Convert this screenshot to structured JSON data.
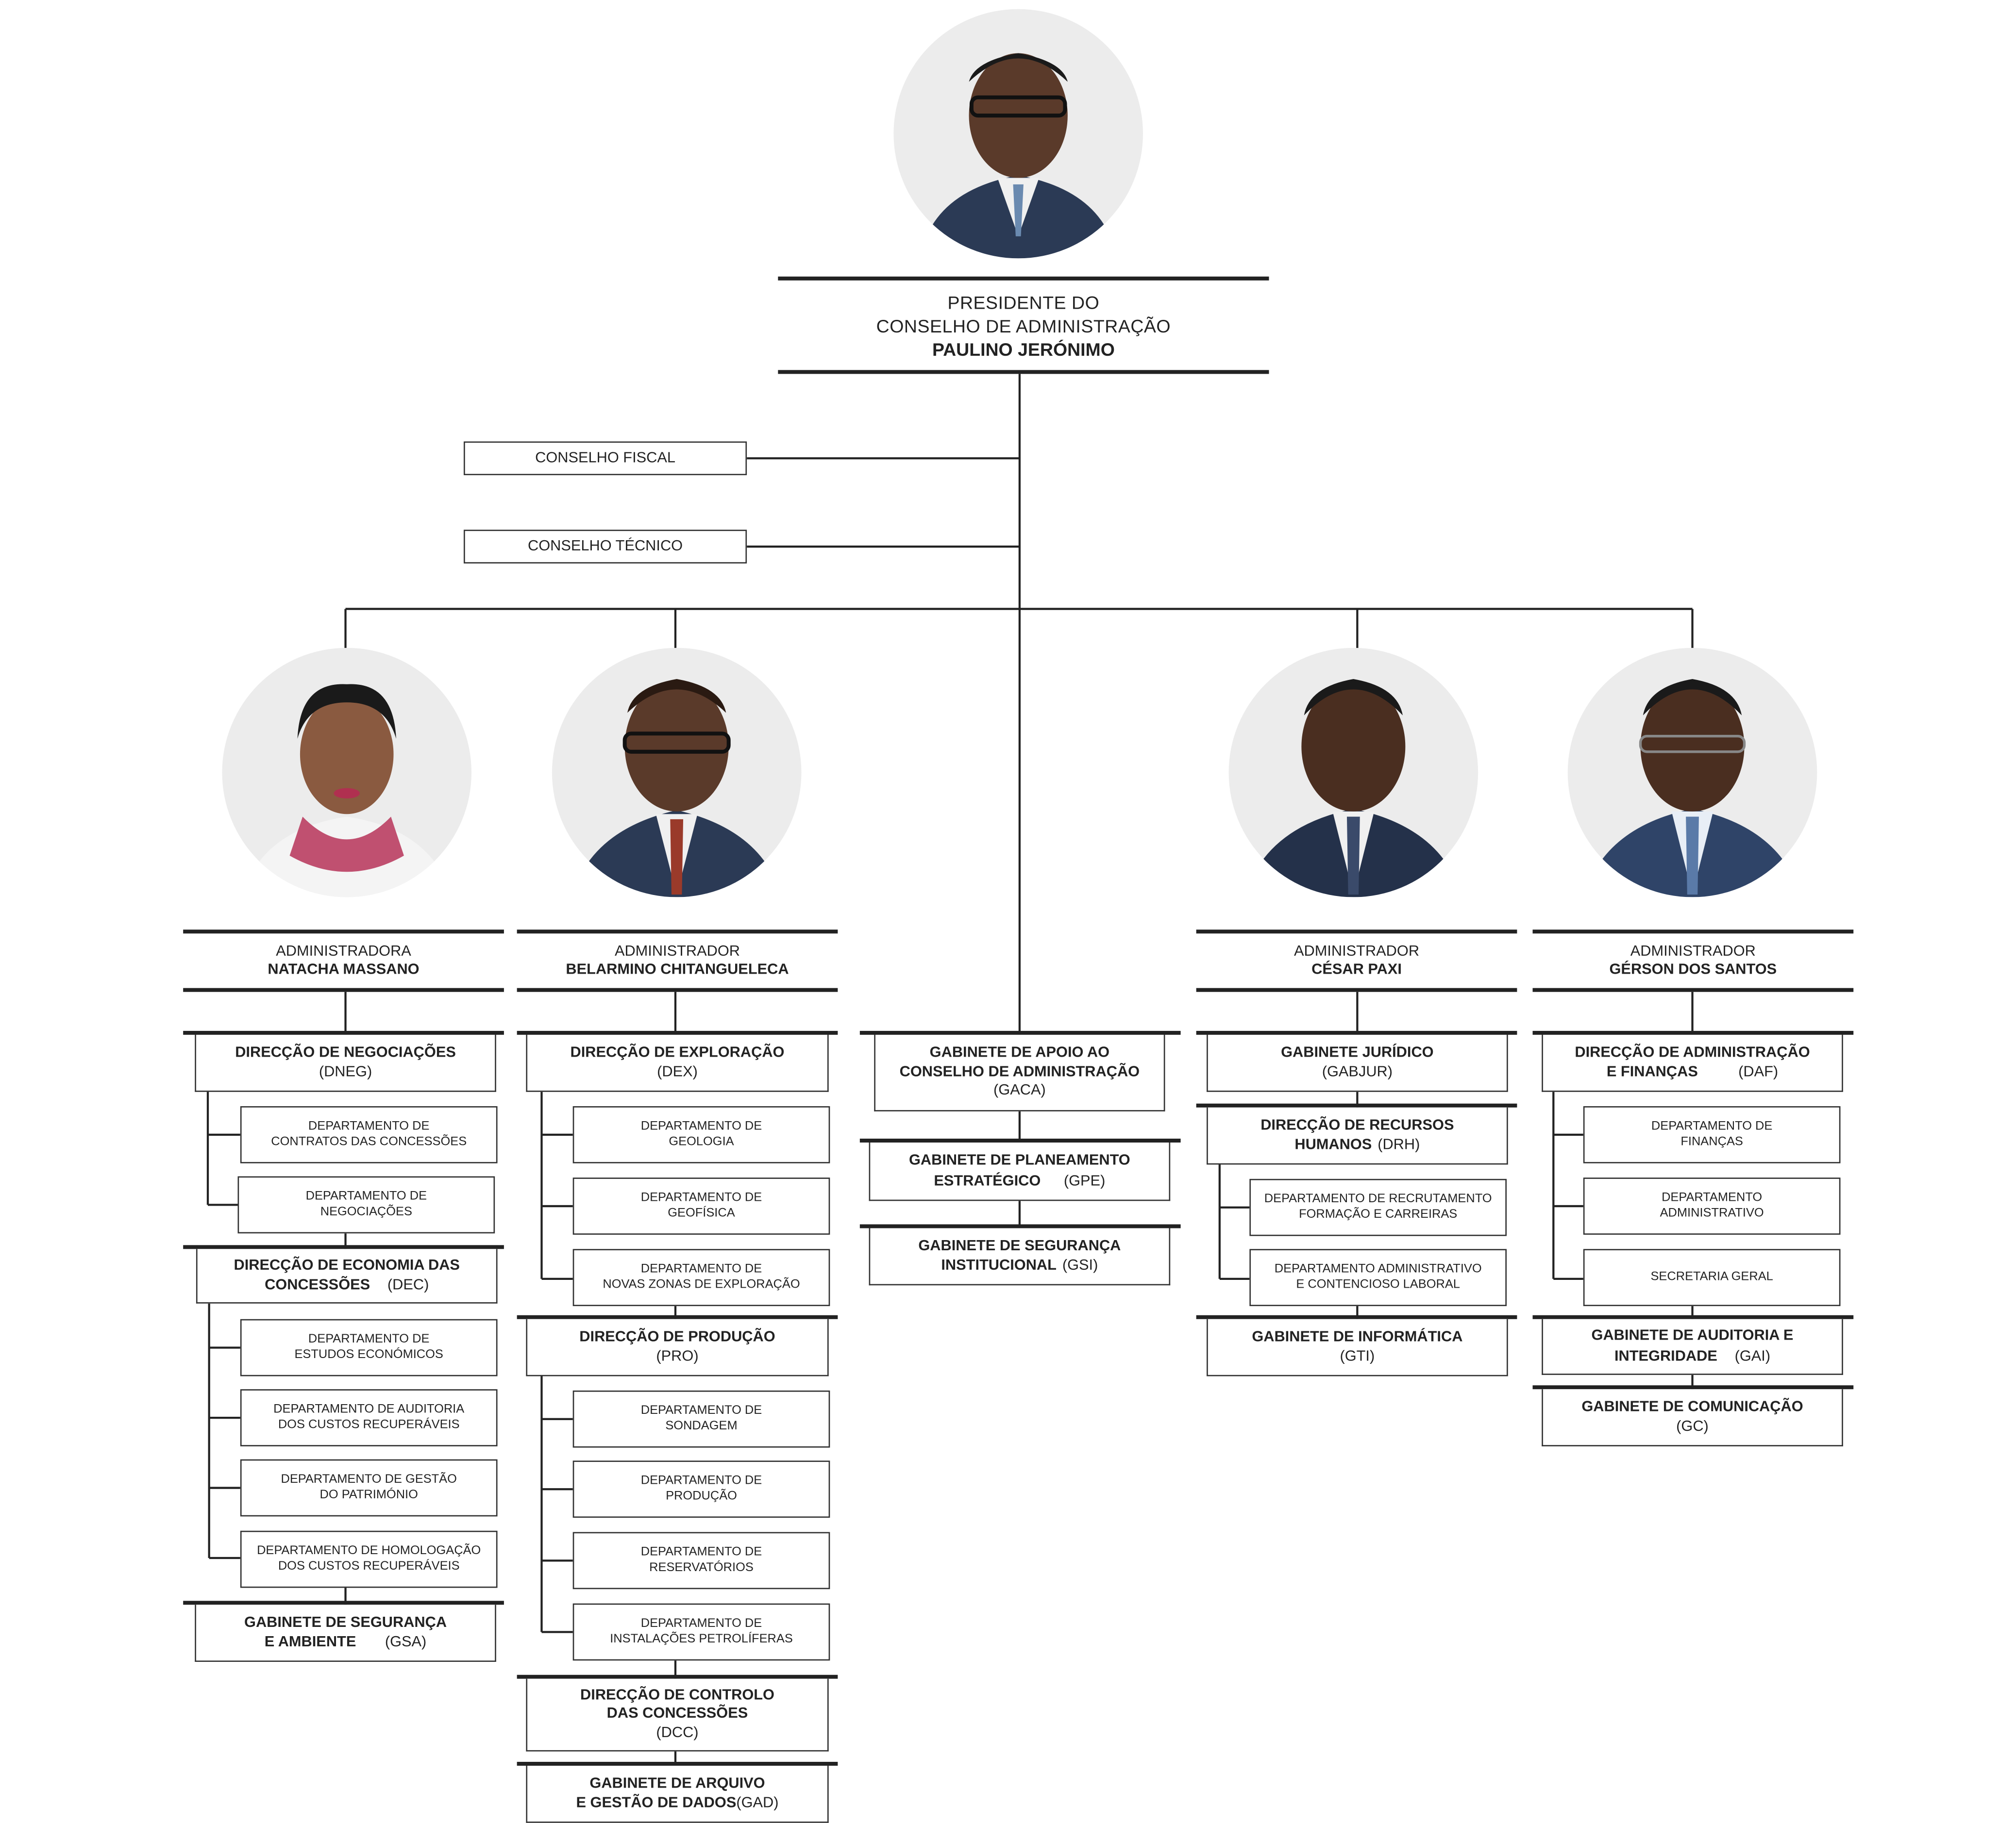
{
  "president": {
    "role_line1": "PRESIDENTE DO",
    "role_line2": "CONSELHO DE ADMINISTRAÇÃO",
    "name": "PAULINO JERÓNIMO"
  },
  "councils": {
    "fiscal": "CONSELHO FISCAL",
    "tecnico": "CONSELHO TÉCNICO"
  },
  "administrators": [
    {
      "role": "ADMINISTRADORA",
      "name": "NATACHA MASSANO"
    },
    {
      "role": "ADMINISTRADOR",
      "name": "BELARMINO CHITANGUELECA"
    },
    {
      "role": "ADMINISTRADOR",
      "name": "CÉSAR PAXI"
    },
    {
      "role": "ADMINISTRADOR",
      "name": "GÉRSON DOS SANTOS"
    }
  ],
  "col1": {
    "dneg": {
      "l1": "DIRECÇÃO DE NEGOCIAÇÕES",
      "abbr": "(DNEG)"
    },
    "dneg_depts": [
      {
        "l1": "DEPARTAMENTO DE",
        "l2": "CONTRATOS DAS CONCESSÕES"
      },
      {
        "l1": "DEPARTAMENTO DE",
        "l2": "NEGOCIAÇÕES"
      }
    ],
    "dec": {
      "l1": "DIRECÇÃO DE ECONOMIA DAS",
      "l2": "CONCESSÕES",
      "abbr": "(DEC)"
    },
    "dec_depts": [
      {
        "l1": "DEPARTAMENTO DE",
        "l2": "ESTUDOS ECONÓMICOS"
      },
      {
        "l1": "DEPARTAMENTO DE AUDITORIA",
        "l2": "DOS CUSTOS RECUPERÁVEIS"
      },
      {
        "l1": "DEPARTAMENTO DE GESTÃO",
        "l2": "DO PATRIMÓNIO"
      },
      {
        "l1": "DEPARTAMENTO DE HOMOLOGAÇÃO",
        "l2": "DOS CUSTOS RECUPERÁVEIS"
      }
    ],
    "gsa": {
      "l1": "GABINETE DE SEGURANÇA",
      "l2": "E AMBIENTE",
      "abbr": "(GSA)"
    }
  },
  "col2": {
    "dex": {
      "l1": "DIRECÇÃO DE EXPLORAÇÃO",
      "abbr": "(DEX)"
    },
    "dex_depts": [
      {
        "l1": "DEPARTAMENTO DE",
        "l2": "GEOLOGIA"
      },
      {
        "l1": "DEPARTAMENTO DE",
        "l2": "GEOFÍSICA"
      },
      {
        "l1": "DEPARTAMENTO DE",
        "l2": "NOVAS ZONAS DE EXPLORAÇÃO"
      }
    ],
    "pro": {
      "l1": "DIRECÇÃO DE PRODUÇÃO",
      "abbr": "(PRO)"
    },
    "pro_depts": [
      {
        "l1": "DEPARTAMENTO DE",
        "l2": "SONDAGEM"
      },
      {
        "l1": "DEPARTAMENTO DE",
        "l2": "PRODUÇÃO"
      },
      {
        "l1": "DEPARTAMENTO DE",
        "l2": "RESERVATÓRIOS"
      },
      {
        "l1": "DEPARTAMENTO DE",
        "l2": "INSTALAÇÕES PETROLÍFERAS"
      }
    ],
    "dcc": {
      "l1": "DIRECÇÃO DE CONTROLO",
      "l2": "DAS CONCESSÕES",
      "abbr": "(DCC)"
    },
    "gad": {
      "l1": "GABINETE DE ARQUIVO",
      "l2": "E GESTÃO DE DADOS",
      "abbr": "(GAD)"
    }
  },
  "center": {
    "gaca": {
      "l1": "GABINETE DE APOIO AO",
      "l2": "CONSELHO DE ADMINISTRAÇÃO",
      "abbr": "(GACA)"
    },
    "gpe": {
      "l1": "GABINETE DE PLANEAMENTO",
      "l2": "ESTRATÉGICO",
      "abbr": "(GPE)"
    },
    "gsi": {
      "l1": "GABINETE DE SEGURANÇA",
      "l2": "INSTITUCIONAL",
      "abbr": "(GSI)"
    }
  },
  "col3": {
    "gabjur": {
      "l1": "GABINETE JURÍDICO",
      "abbr": "(GABJUR)"
    },
    "drh": {
      "l1": "DIRECÇÃO DE RECURSOS",
      "l2": "HUMANOS",
      "abbr": "(DRH)"
    },
    "drh_depts": [
      {
        "l1": "DEPARTAMENTO DE RECRUTAMENTO",
        "l2": "FORMAÇÃO E CARREIRAS"
      },
      {
        "l1": "DEPARTAMENTO ADMINISTRATIVO",
        "l2": "E CONTENCIOSO LABORAL"
      }
    ],
    "gti": {
      "l1": "GABINETE DE INFORMÁTICA",
      "abbr": "(GTI)"
    }
  },
  "col4": {
    "daf": {
      "l1": "DIRECÇÃO DE ADMINISTRAÇÃO",
      "l2": "E FINANÇAS",
      "abbr": "(DAF)"
    },
    "daf_depts": [
      {
        "l1": "DEPARTAMENTO DE",
        "l2": "FINANÇAS"
      },
      {
        "l1": "DEPARTAMENTO",
        "l2": "ADMINISTRATIVO"
      },
      {
        "l1": "SECRETARIA GERAL",
        "l2": ""
      }
    ],
    "gai": {
      "l1": "GABINETE DE AUDITORIA E",
      "l2": "INTEGRIDADE",
      "abbr": "(GAI)"
    },
    "gc": {
      "l1": "GABINETE DE COMUNICAÇÃO",
      "abbr": "(GC)"
    }
  },
  "colors": {
    "line": "#222222",
    "photo_bg": "#ececec",
    "suit": "#2b3a55",
    "skin": "#5a3a2a"
  }
}
